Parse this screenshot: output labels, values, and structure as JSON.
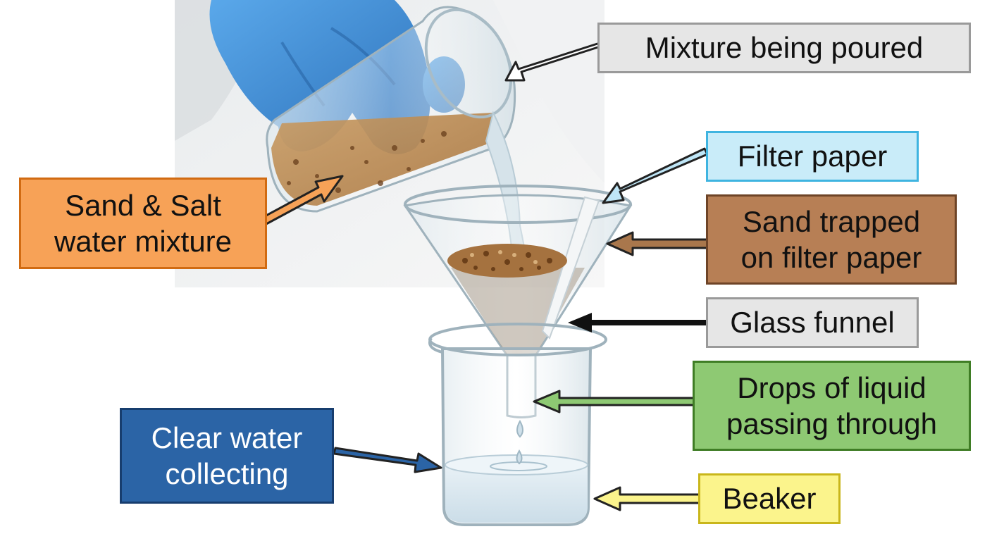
{
  "labels": {
    "mixture_poured": "Mixture being poured",
    "filter_paper": "Filter paper",
    "sand_trapped": [
      "Sand trapped",
      "on filter paper"
    ],
    "glass_funnel": "Glass funnel",
    "drops_liquid": [
      "Drops of liquid",
      "passing through"
    ],
    "beaker": "Beaker",
    "sand_salt_mixture": [
      "Sand & Salt",
      "water mixture"
    ],
    "clear_water": [
      "Clear water",
      "collecting"
    ]
  },
  "colors": {
    "glove": "#3f8fd6",
    "mixture": "#b98a52",
    "sand": "#9c6b3a",
    "water": "#dbe9f1",
    "arrow_gray": "#9a9a9a",
    "arrow_light_blue": "#bfe6f7",
    "arrow_brown": "#a9774c",
    "arrow_black": "#111111",
    "arrow_green": "#8ec973",
    "arrow_yellow": "#fbf48c",
    "arrow_orange": "#f7a257",
    "arrow_dark_blue": "#2b64a6"
  }
}
